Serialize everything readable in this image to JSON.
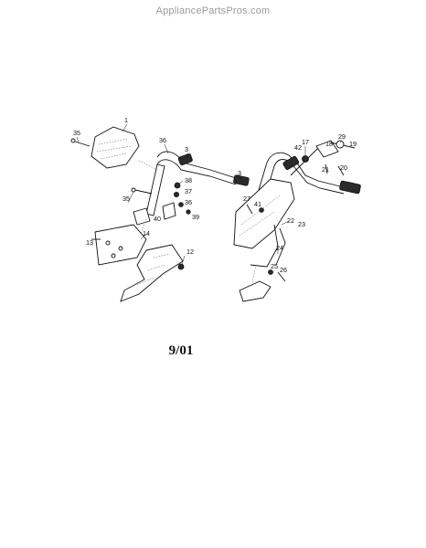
{
  "header": {
    "watermark": "AppliancePartsPros.com"
  },
  "footer": {
    "date_code": "9/01"
  },
  "callouts": {
    "left": [
      "1",
      "35",
      "36",
      "3",
      "38",
      "37",
      "35",
      "36",
      "40",
      "39",
      "14",
      "13",
      "12"
    ],
    "right": [
      "29",
      "19",
      "18",
      "17",
      "42",
      "20",
      "21",
      "27",
      "41",
      "22",
      "23",
      "24",
      "25",
      "26",
      "3"
    ]
  }
}
